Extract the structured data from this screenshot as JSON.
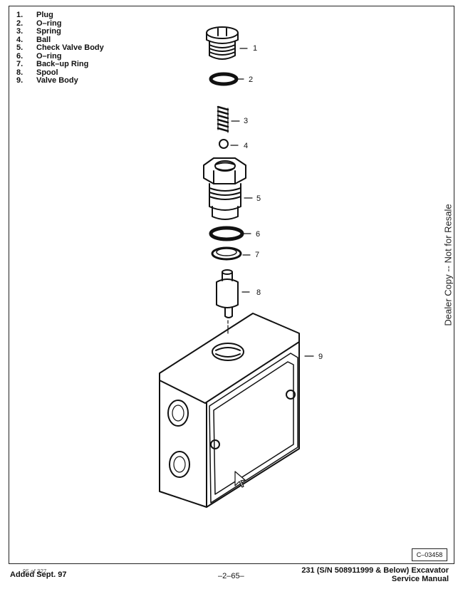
{
  "parts_list": [
    {
      "num": "1.",
      "name": "Plug"
    },
    {
      "num": "2.",
      "name": "O–ring"
    },
    {
      "num": "3.",
      "name": "Spring"
    },
    {
      "num": "4.",
      "name": "Ball"
    },
    {
      "num": "5.",
      "name": "Check Valve Body"
    },
    {
      "num": "6.",
      "name": "O–ring"
    },
    {
      "num": "7.",
      "name": "Back–up Ring"
    },
    {
      "num": "8.",
      "name": "Spool"
    },
    {
      "num": "9.",
      "name": "Valve Body"
    }
  ],
  "callouts": [
    "1",
    "2",
    "3",
    "4",
    "5",
    "6",
    "7",
    "8",
    "9"
  ],
  "watermark": "Dealer Copy -- Not for Resale",
  "figure_ref": "C–03458",
  "footer": {
    "added": "Added Sept. 97",
    "page_of": "95 of 327",
    "page_number": "–2–65–",
    "manual_line1": "231 (S/N 508911999 & Below) Excavator",
    "manual_line2": "Service Manual"
  }
}
